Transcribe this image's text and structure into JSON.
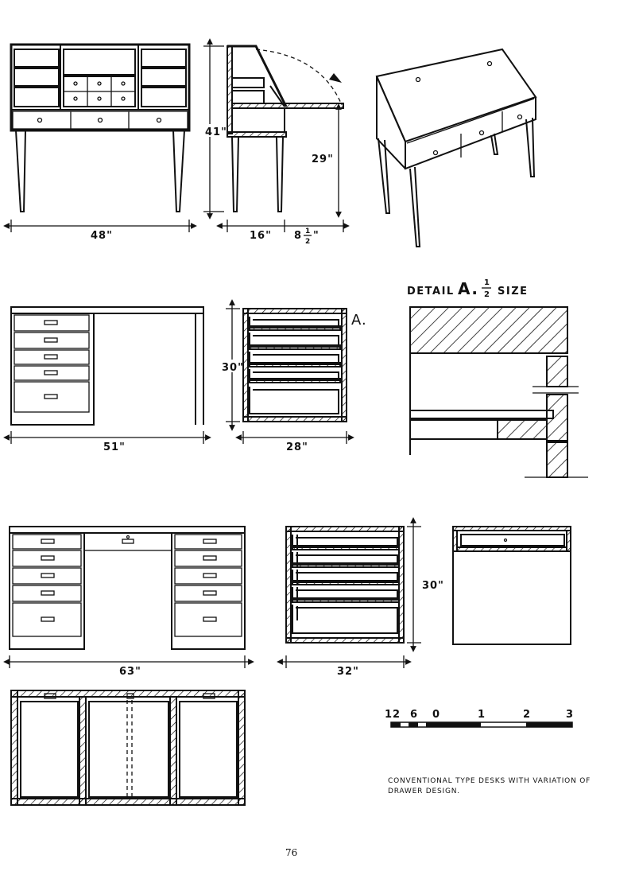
{
  "figures": {
    "secretary_front": {
      "width_label": "48\""
    },
    "secretary_side": {
      "height_label": "41\"",
      "depth_label": "16\"",
      "extension_label_whole": "8",
      "extension_num": "1",
      "extension_den": "2",
      "extension_mark": "\"",
      "lid_height_label": "29\""
    },
    "desk_front": {
      "width_label": "51\""
    },
    "desk_section": {
      "height_label": "30\"",
      "depth_label": "28\"",
      "section_callout": "A."
    },
    "detail_a": {
      "title_prefix": "DETAIL",
      "title_letter": "A.",
      "scale_num": "1",
      "scale_den": "2",
      "title_suffix": "SIZE"
    },
    "double_desk_front": {
      "width_label": "63\""
    },
    "double_desk_section": {
      "height_label": "30\"",
      "depth_label": "32\""
    }
  },
  "scale_bar": {
    "labels": [
      "12",
      "6",
      "0",
      "1",
      "2",
      "3"
    ]
  },
  "caption": {
    "line1": "CONVENTIONAL TYPE DESKS WITH VARIATION OF",
    "line2": "DRAWER DESIGN."
  },
  "page_number": "76"
}
